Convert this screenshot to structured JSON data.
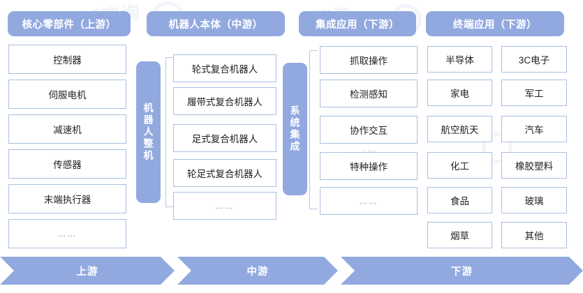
{
  "theme": {
    "accent": "#92a9e0",
    "box_border": "#aabfe0",
    "bracket": "#b7c7e4",
    "text": "#222222",
    "header_text": "#ffffff",
    "background": "#ffffff"
  },
  "headers": [
    {
      "id": "upstream",
      "label": "核心零部件（上游）"
    },
    {
      "id": "midstream",
      "label": "机器人本体（中游）"
    },
    {
      "id": "integration",
      "label": "集成应用（下游）"
    },
    {
      "id": "terminal",
      "label": "终端应用（下游）"
    }
  ],
  "columns": {
    "core_components": {
      "items": [
        "控制器",
        "伺服电机",
        "减速机",
        "传感器",
        "末端执行器",
        "……"
      ]
    },
    "robot_body": {
      "vertical_label": "机器人整机",
      "items": [
        "轮式复合机器人",
        "履带式复合机器人",
        "足式复合机器人",
        "轮足式复合机器人",
        "……"
      ]
    },
    "integrated_application": {
      "vertical_label": "系统集成",
      "items": [
        "抓取操作",
        "检测感知",
        "协作交互",
        "特种操作",
        "……"
      ]
    },
    "terminal_application": {
      "column_left": [
        "半导体",
        "家电",
        "航空航天",
        "化工",
        "食品",
        "烟草"
      ],
      "column_right": [
        "3C电子",
        "军工",
        "汽车",
        "橡胶塑料",
        "玻璃",
        "其他"
      ]
    }
  },
  "ribbon": {
    "segments": [
      {
        "id": "upstream",
        "label": "上游"
      },
      {
        "id": "midstream",
        "label": "中游"
      },
      {
        "id": "downstream",
        "label": "下游"
      }
    ]
  },
  "watermark": {
    "text": "新加坡咨询",
    "mark": "新咨询"
  }
}
